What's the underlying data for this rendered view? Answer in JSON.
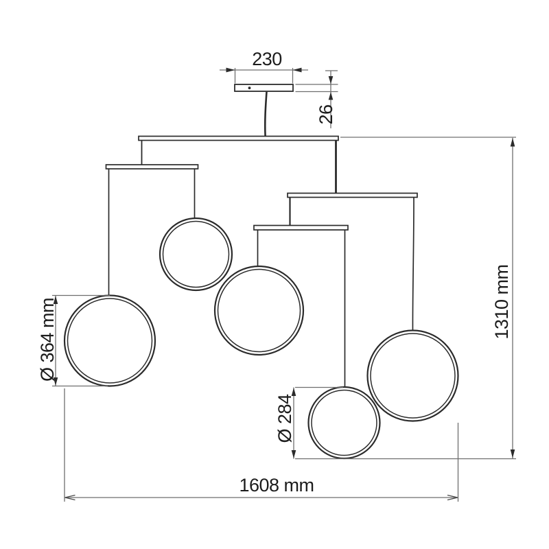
{
  "drawing": {
    "kind": "pendant-lamp-dimension-drawing",
    "rings_count": 5,
    "labels": {
      "canopy_width": "230",
      "canopy_height": "26",
      "large_ring_diameter": "Ø 364 mm",
      "small_ring_diameter": "Ø 284",
      "overall_height": "1310 mm",
      "overall_width": "1608 mm"
    },
    "colors": {
      "fixture_line": "#2b2b2b",
      "dimension_line": "#6e6e6e",
      "extension_line_gray": "#a6a6a6",
      "text": "#1c1c1c",
      "background": "#ffffff"
    }
  }
}
